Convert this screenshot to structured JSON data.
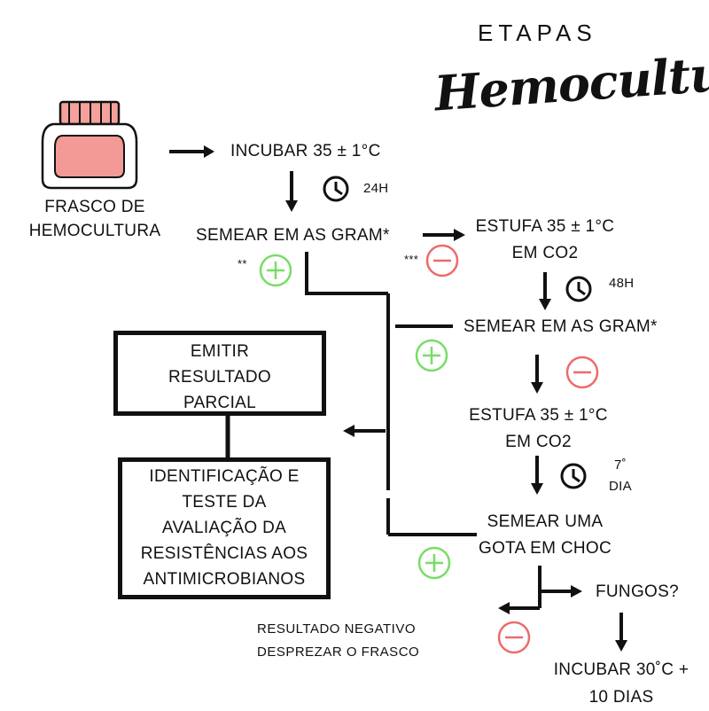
{
  "header": {
    "title": "ETAPAS",
    "subtitle": "Hemocultura"
  },
  "bottle": {
    "label_line1": "FRASCO DE",
    "label_line2": "HEMOCULTURA"
  },
  "steps": {
    "incubate1": "INCUBAR 35 ± 1°C",
    "time1": "24H",
    "sow1": "SEMEAR EM AS GRAM*",
    "stove1_line1": "ESTUFA 35 ± 1°C",
    "stove1_line2": "EM CO2",
    "time2": "48H",
    "sow2": "SEMEAR EM AS GRAM*",
    "stove2_line1": "ESTUFA 35 ± 1°C",
    "stove2_line2": "EM CO2",
    "time3_line1": "7˚",
    "time3_line2": "DIA",
    "sow3_line1": "SEMEAR UMA",
    "sow3_line2": "GOTA EM CHOC",
    "fungi": "FUNGOS?",
    "incubate2_line1": "INCUBAR 30˚C +",
    "incubate2_line2": "10 DIAS",
    "negative_line1": "RESULTADO NEGATIVO",
    "negative_line2": "DESPREZAR O FRASCO"
  },
  "markers": {
    "double_star": "**",
    "triple_star": "***"
  },
  "boxes": {
    "partial": [
      "EMITIR",
      "RESULTADO",
      "PARCIAL"
    ],
    "identify": [
      "IDENTIFICAÇÃO E",
      "TESTE DA",
      "AVALIAÇÃO DA",
      "RESISTÊNCIAS AOS",
      "ANTIMICROBIANOS"
    ]
  },
  "colors": {
    "positive": "#77dd66",
    "negative": "#ee6a6a",
    "bottle_fill": "#f49a96",
    "cap": "#f4a19c"
  },
  "icons": {
    "positive": "plus-circle-icon",
    "negative": "minus-circle-icon",
    "clock": "clock-icon",
    "bottle": "bottle-icon"
  }
}
